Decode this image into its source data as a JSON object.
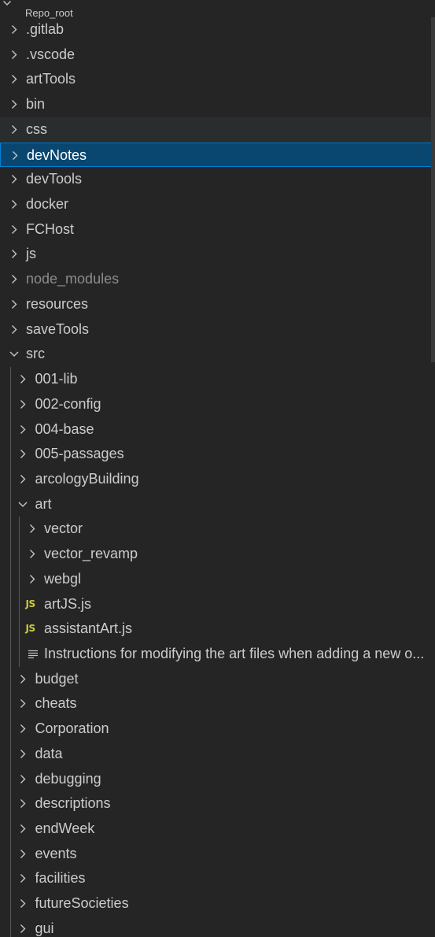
{
  "explorer": {
    "root_label": "Repo_root",
    "items": [
      {
        "label": ".gitlab",
        "type": "folder",
        "state": "collapsed",
        "depth": 0,
        "name": "folder-gitlab"
      },
      {
        "label": ".vscode",
        "type": "folder",
        "state": "collapsed",
        "depth": 0,
        "name": "folder-vscode"
      },
      {
        "label": "artTools",
        "type": "folder",
        "state": "collapsed",
        "depth": 0,
        "name": "folder-arttools"
      },
      {
        "label": "bin",
        "type": "folder",
        "state": "collapsed",
        "depth": 0,
        "name": "folder-bin"
      },
      {
        "label": "css",
        "type": "folder",
        "state": "collapsed",
        "depth": 0,
        "hover": true,
        "name": "folder-css"
      },
      {
        "label": "devNotes",
        "type": "folder",
        "state": "collapsed",
        "depth": 0,
        "selected": true,
        "name": "folder-devnotes"
      },
      {
        "label": "devTools",
        "type": "folder",
        "state": "collapsed",
        "depth": 0,
        "name": "folder-devtools"
      },
      {
        "label": "docker",
        "type": "folder",
        "state": "collapsed",
        "depth": 0,
        "name": "folder-docker"
      },
      {
        "label": "FCHost",
        "type": "folder",
        "state": "collapsed",
        "depth": 0,
        "name": "folder-fchost"
      },
      {
        "label": "js",
        "type": "folder",
        "state": "collapsed",
        "depth": 0,
        "name": "folder-js"
      },
      {
        "label": "node_modules",
        "type": "folder",
        "state": "collapsed",
        "depth": 0,
        "dim": true,
        "name": "folder-node-modules"
      },
      {
        "label": "resources",
        "type": "folder",
        "state": "collapsed",
        "depth": 0,
        "name": "folder-resources"
      },
      {
        "label": "saveTools",
        "type": "folder",
        "state": "collapsed",
        "depth": 0,
        "name": "folder-savetools"
      },
      {
        "label": "src",
        "type": "folder",
        "state": "expanded",
        "depth": 0,
        "name": "folder-src"
      },
      {
        "label": "001-lib",
        "type": "folder",
        "state": "collapsed",
        "depth": 1,
        "name": "folder-001-lib"
      },
      {
        "label": "002-config",
        "type": "folder",
        "state": "collapsed",
        "depth": 1,
        "name": "folder-002-config"
      },
      {
        "label": "004-base",
        "type": "folder",
        "state": "collapsed",
        "depth": 1,
        "name": "folder-004-base"
      },
      {
        "label": "005-passages",
        "type": "folder",
        "state": "collapsed",
        "depth": 1,
        "name": "folder-005-passages"
      },
      {
        "label": "arcologyBuilding",
        "type": "folder",
        "state": "collapsed",
        "depth": 1,
        "name": "folder-arcologybuilding"
      },
      {
        "label": "art",
        "type": "folder",
        "state": "expanded",
        "depth": 1,
        "name": "folder-art"
      },
      {
        "label": "vector",
        "type": "folder",
        "state": "collapsed",
        "depth": 2,
        "name": "folder-vector"
      },
      {
        "label": "vector_revamp",
        "type": "folder",
        "state": "collapsed",
        "depth": 2,
        "name": "folder-vector-revamp"
      },
      {
        "label": "webgl",
        "type": "folder",
        "state": "collapsed",
        "depth": 2,
        "name": "folder-webgl"
      },
      {
        "label": "artJS.js",
        "type": "js",
        "depth": 2,
        "name": "file-artjs"
      },
      {
        "label": "assistantArt.js",
        "type": "js",
        "depth": 2,
        "name": "file-assistantart"
      },
      {
        "label": "Instructions for modifying the art files when adding a new o...",
        "type": "text",
        "depth": 2,
        "name": "file-instructions"
      },
      {
        "label": "budget",
        "type": "folder",
        "state": "collapsed",
        "depth": 1,
        "name": "folder-budget"
      },
      {
        "label": "cheats",
        "type": "folder",
        "state": "collapsed",
        "depth": 1,
        "name": "folder-cheats"
      },
      {
        "label": "Corporation",
        "type": "folder",
        "state": "collapsed",
        "depth": 1,
        "name": "folder-corporation"
      },
      {
        "label": "data",
        "type": "folder",
        "state": "collapsed",
        "depth": 1,
        "name": "folder-data"
      },
      {
        "label": "debugging",
        "type": "folder",
        "state": "collapsed",
        "depth": 1,
        "name": "folder-debugging"
      },
      {
        "label": "descriptions",
        "type": "folder",
        "state": "collapsed",
        "depth": 1,
        "name": "folder-descriptions"
      },
      {
        "label": "endWeek",
        "type": "folder",
        "state": "collapsed",
        "depth": 1,
        "name": "folder-endweek"
      },
      {
        "label": "events",
        "type": "folder",
        "state": "collapsed",
        "depth": 1,
        "name": "folder-events"
      },
      {
        "label": "facilities",
        "type": "folder",
        "state": "collapsed",
        "depth": 1,
        "name": "folder-facilities"
      },
      {
        "label": "futureSocieties",
        "type": "folder",
        "state": "collapsed",
        "depth": 1,
        "name": "folder-futuresocieties"
      },
      {
        "label": "gui",
        "type": "folder",
        "state": "collapsed",
        "depth": 1,
        "name": "folder-gui"
      }
    ]
  },
  "colors": {
    "background": "#252526",
    "text": "#cccccc",
    "selected_background": "#094771",
    "selected_border": "#007fd4",
    "hover_background": "#2a2d2e",
    "dim_text": "#8c8c8c",
    "js_badge": "#cbcb41",
    "indent_guide": "#585858"
  },
  "icons": {
    "collapsed": "chevron-right-icon",
    "expanded": "chevron-down-icon",
    "js_file": "js-file-icon",
    "text_file": "text-file-icon"
  }
}
